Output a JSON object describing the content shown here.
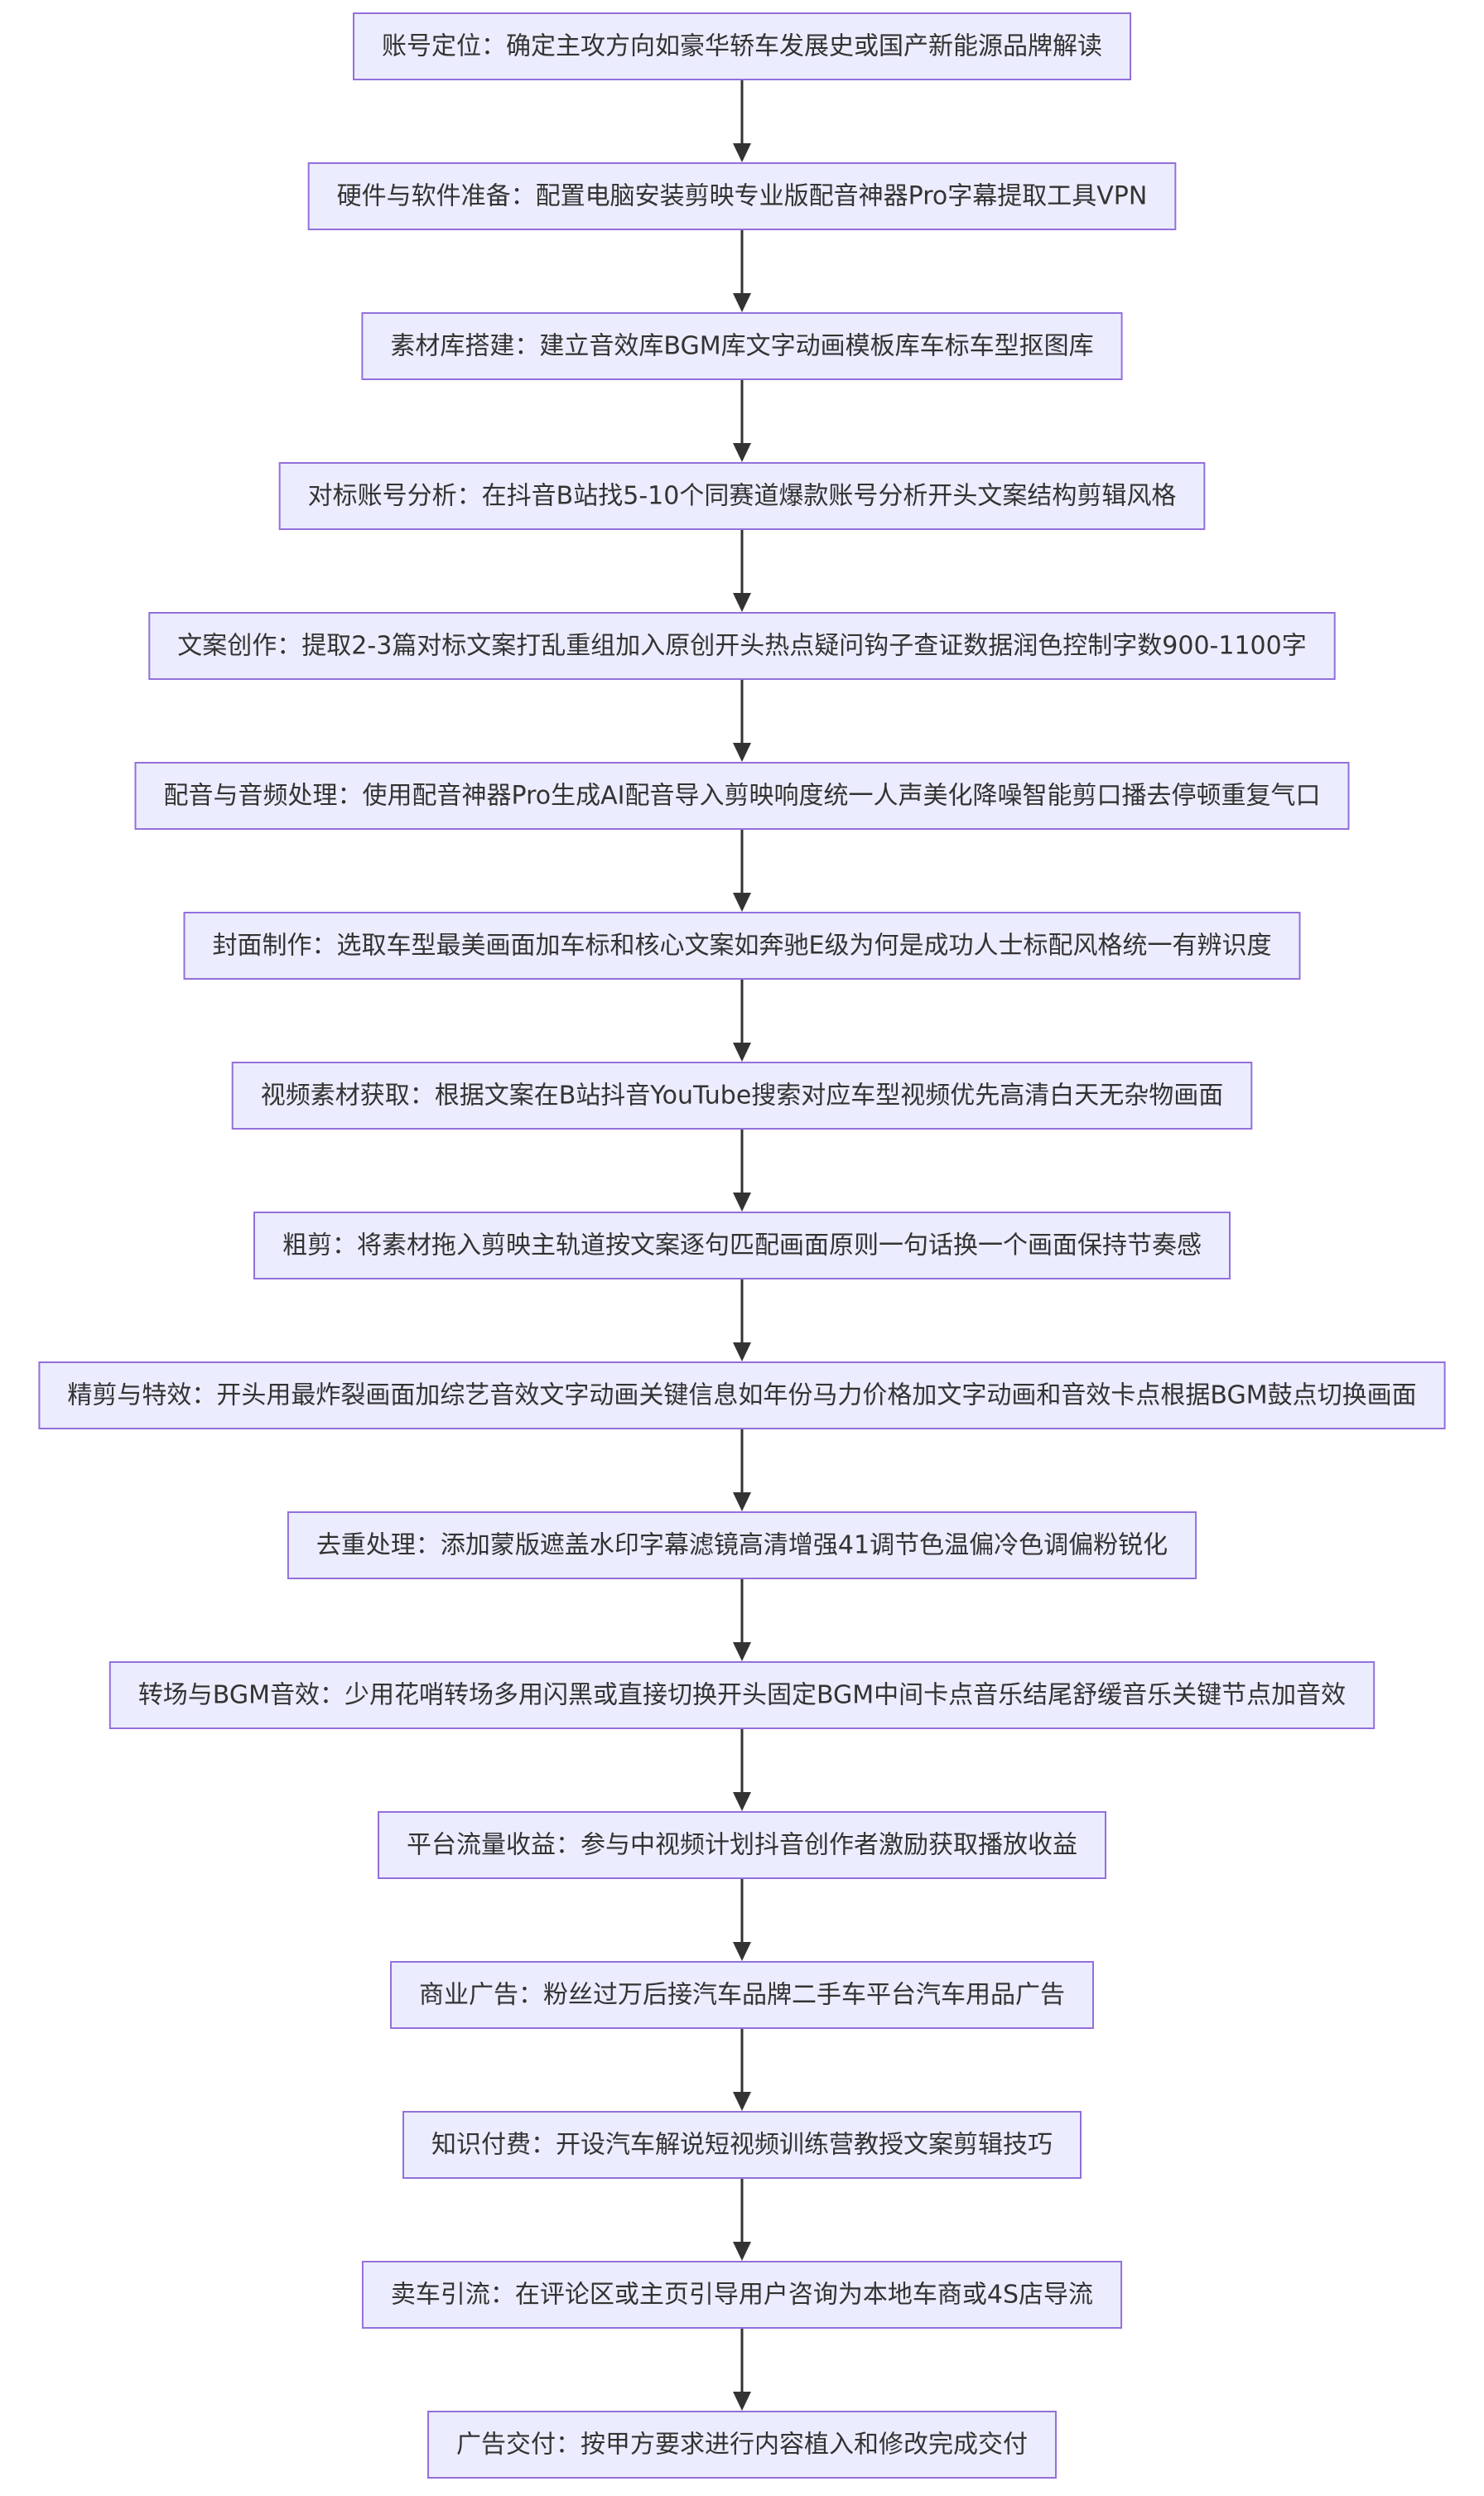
{
  "diagram": {
    "nodes": [
      {
        "id": "n1",
        "label": "账号定位：确定主攻方向如豪华轿车发展史或国产新能源品牌解读"
      },
      {
        "id": "n2",
        "label": "硬件与软件准备：配置电脑安装剪映专业版配音神器Pro字幕提取工具VPN"
      },
      {
        "id": "n3",
        "label": "素材库搭建：建立音效库BGM库文字动画模板库车标车型抠图库"
      },
      {
        "id": "n4",
        "label": "对标账号分析：在抖音B站找5-10个同赛道爆款账号分析开头文案结构剪辑风格"
      },
      {
        "id": "n5",
        "label": "文案创作：提取2-3篇对标文案打乱重组加入原创开头热点疑问钩子查证数据润色控制字数900-1100字"
      },
      {
        "id": "n6",
        "label": "配音与音频处理：使用配音神器Pro生成AI配音导入剪映响度统一人声美化降噪智能剪口播去停顿重复气口"
      },
      {
        "id": "n7",
        "label": "封面制作：选取车型最美画面加车标和核心文案如奔驰E级为何是成功人士标配风格统一有辨识度"
      },
      {
        "id": "n8",
        "label": "视频素材获取：根据文案在B站抖音YouTube搜索对应车型视频优先高清白天无杂物画面"
      },
      {
        "id": "n9",
        "label": "粗剪：将素材拖入剪映主轨道按文案逐句匹配画面原则一句话换一个画面保持节奏感"
      },
      {
        "id": "n10",
        "label": "精剪与特效：开头用最炸裂画面加综艺音效文字动画关键信息如年份马力价格加文字动画和音效卡点根据BGM鼓点切换画面"
      },
      {
        "id": "n11",
        "label": "去重处理：添加蒙版遮盖水印字幕滤镜高清增强41调节色温偏冷色调偏粉锐化"
      },
      {
        "id": "n12",
        "label": "转场与BGM音效：少用花哨转场多用闪黑或直接切换开头固定BGM中间卡点音乐结尾舒缓音乐关键节点加音效"
      },
      {
        "id": "n13",
        "label": "平台流量收益：参与中视频计划抖音创作者激励获取播放收益"
      },
      {
        "id": "n14",
        "label": "商业广告：粉丝过万后接汽车品牌二手车平台汽车用品广告"
      },
      {
        "id": "n15",
        "label": "知识付费：开设汽车解说短视频训练营教授文案剪辑技巧"
      },
      {
        "id": "n16",
        "label": "卖车引流：在评论区或主页引导用户咨询为本地车商或4S店导流"
      },
      {
        "id": "n17",
        "label": "广告交付：按甲方要求进行内容植入和修改完成交付"
      }
    ],
    "edges": [
      {
        "from": "n1",
        "to": "n2"
      },
      {
        "from": "n2",
        "to": "n3"
      },
      {
        "from": "n3",
        "to": "n4"
      },
      {
        "from": "n4",
        "to": "n5"
      },
      {
        "from": "n5",
        "to": "n6"
      },
      {
        "from": "n6",
        "to": "n7"
      },
      {
        "from": "n7",
        "to": "n8"
      },
      {
        "from": "n8",
        "to": "n9"
      },
      {
        "from": "n9",
        "to": "n10"
      },
      {
        "from": "n10",
        "to": "n11"
      },
      {
        "from": "n11",
        "to": "n12"
      },
      {
        "from": "n12",
        "to": "n13"
      },
      {
        "from": "n13",
        "to": "n14"
      },
      {
        "from": "n14",
        "to": "n15"
      },
      {
        "from": "n15",
        "to": "n16"
      },
      {
        "from": "n16",
        "to": "n17"
      }
    ],
    "colors": {
      "node_fill": "#ECECFF",
      "node_border": "#9370DB",
      "text": "#333333",
      "edge": "#333333"
    }
  }
}
